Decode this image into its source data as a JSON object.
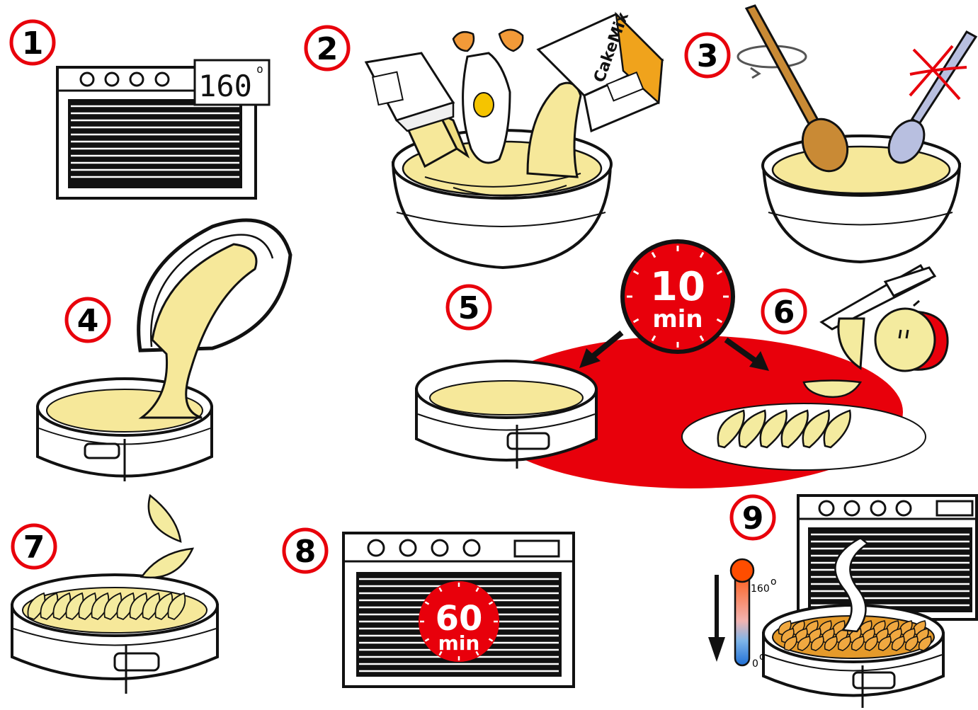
{
  "steps": [
    {
      "number": "1"
    },
    {
      "number": "2"
    },
    {
      "number": "3"
    },
    {
      "number": "4"
    },
    {
      "number": "5"
    },
    {
      "number": "6"
    },
    {
      "number": "7"
    },
    {
      "number": "8"
    },
    {
      "number": "9"
    }
  ],
  "step1": {
    "oven_temp": "160",
    "degree": "o"
  },
  "step2": {
    "box_label": "CakeMix"
  },
  "step5": {
    "timer_value": "10",
    "timer_unit": "min"
  },
  "step8": {
    "timer_value": "60",
    "timer_unit": "min"
  },
  "step9": {
    "therm_high": "160",
    "therm_low": "0"
  },
  "colors": {
    "red": "#e8000b",
    "batter": "#f6e89a",
    "apple": "#f4eb9f",
    "box_orange": "#f0a31c",
    "egg_yolk": "#f5c400",
    "wood": "#c98a35",
    "baked": "#e59a2a"
  },
  "icons": [
    "oven-icon",
    "egg-icon",
    "butter-icon",
    "milk-carton-icon",
    "cake-mix-box-icon",
    "mixing-bowl-icon",
    "wooden-spoon-icon",
    "metal-spoon-icon",
    "springform-pan-icon",
    "knife-icon",
    "apple-icon",
    "timer-icon",
    "thermometer-icon",
    "steam-icon"
  ]
}
